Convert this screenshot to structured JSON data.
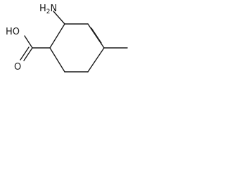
{
  "molecule": {
    "labels": {
      "amino": "H2N",
      "amino_main": "H",
      "amino_sub": "2",
      "amino_tail": "N",
      "hydroxyl": "HO",
      "carbonyl_oxygen": "O"
    }
  },
  "colors": {
    "ink": "#1a1a1a",
    "background": "#ffffff"
  }
}
